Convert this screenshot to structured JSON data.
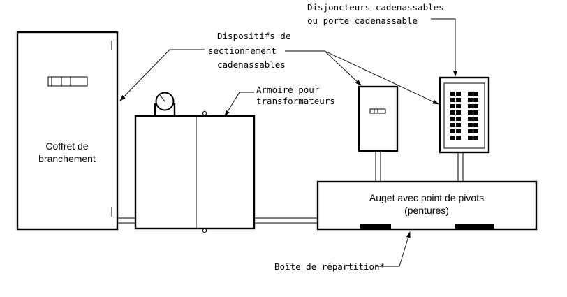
{
  "labels": {
    "service_box_line1": "Coffret de",
    "service_box_line2": "branchement",
    "disconnects_line1": "Dispositifs de",
    "disconnects_line2": "sectionnement",
    "disconnects_line3": "cadenassables",
    "breakers_line1": "Disjoncteurs cadenassables",
    "breakers_line2": "ou porte cadenassable",
    "transformer_line1": "Armoire pour",
    "transformer_line2": "transformateurs",
    "trough_line1": "Auget avec point de pivots",
    "trough_line2": "(pentures)",
    "junction_box": "Boîte de répartition*"
  }
}
